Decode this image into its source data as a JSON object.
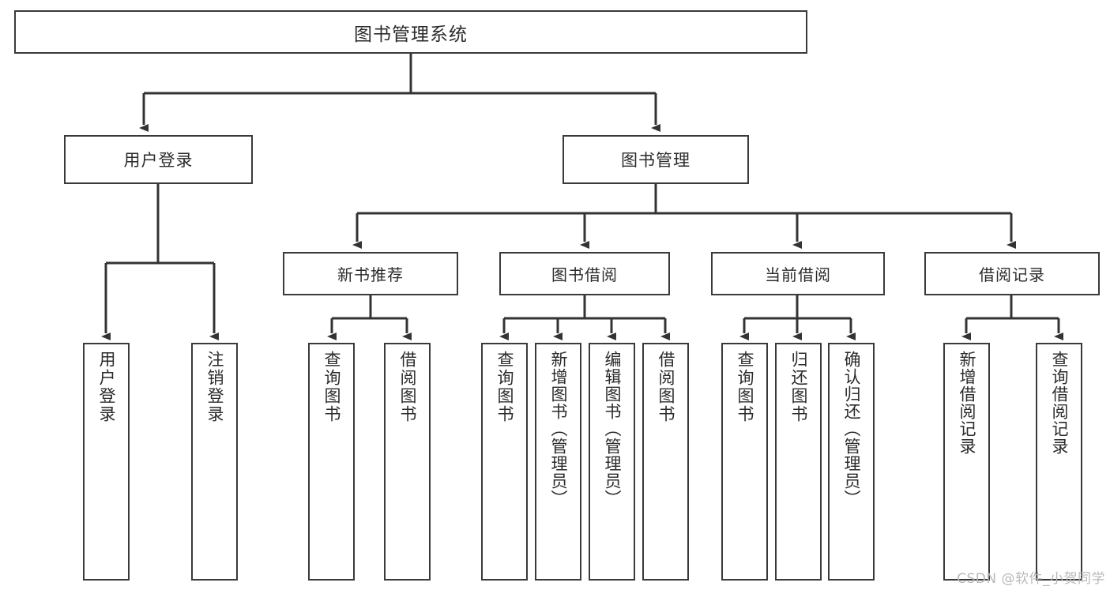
{
  "diagram": {
    "type": "tree",
    "title": "图书管理系统",
    "watermark": "CSDN @软件_小贺同学",
    "colors": {
      "box_border": "#3a3a3a",
      "box_fill": "#ffffff",
      "connector": "#333333",
      "text": "#2b2b2b",
      "watermark": "#b8b8b8"
    },
    "root": {
      "label": "图书管理系统"
    },
    "level2": [
      {
        "label": "用户登录"
      },
      {
        "label": "图书管理"
      }
    ],
    "level3": [
      {
        "label": "新书推荐"
      },
      {
        "label": "图书借阅"
      },
      {
        "label": "当前借阅"
      },
      {
        "label": "借阅记录"
      }
    ],
    "leaves": {
      "user_login": [
        {
          "label": "用户登录"
        },
        {
          "label": "注销登录"
        }
      ],
      "new_book_recommend": [
        {
          "label": "查询图书"
        },
        {
          "label": "借阅图书"
        }
      ],
      "book_borrow": [
        {
          "label": "查询图书"
        },
        {
          "label": "新增图书（管理员）"
        },
        {
          "label": "编辑图书（管理员）"
        },
        {
          "label": "借阅图书"
        }
      ],
      "current_borrow": [
        {
          "label": "查询图书"
        },
        {
          "label": "归还图书"
        },
        {
          "label": "确认归还（管理员）"
        }
      ],
      "borrow_record": [
        {
          "label": "新增借阅记录"
        },
        {
          "label": "查询借阅记录"
        }
      ]
    }
  }
}
